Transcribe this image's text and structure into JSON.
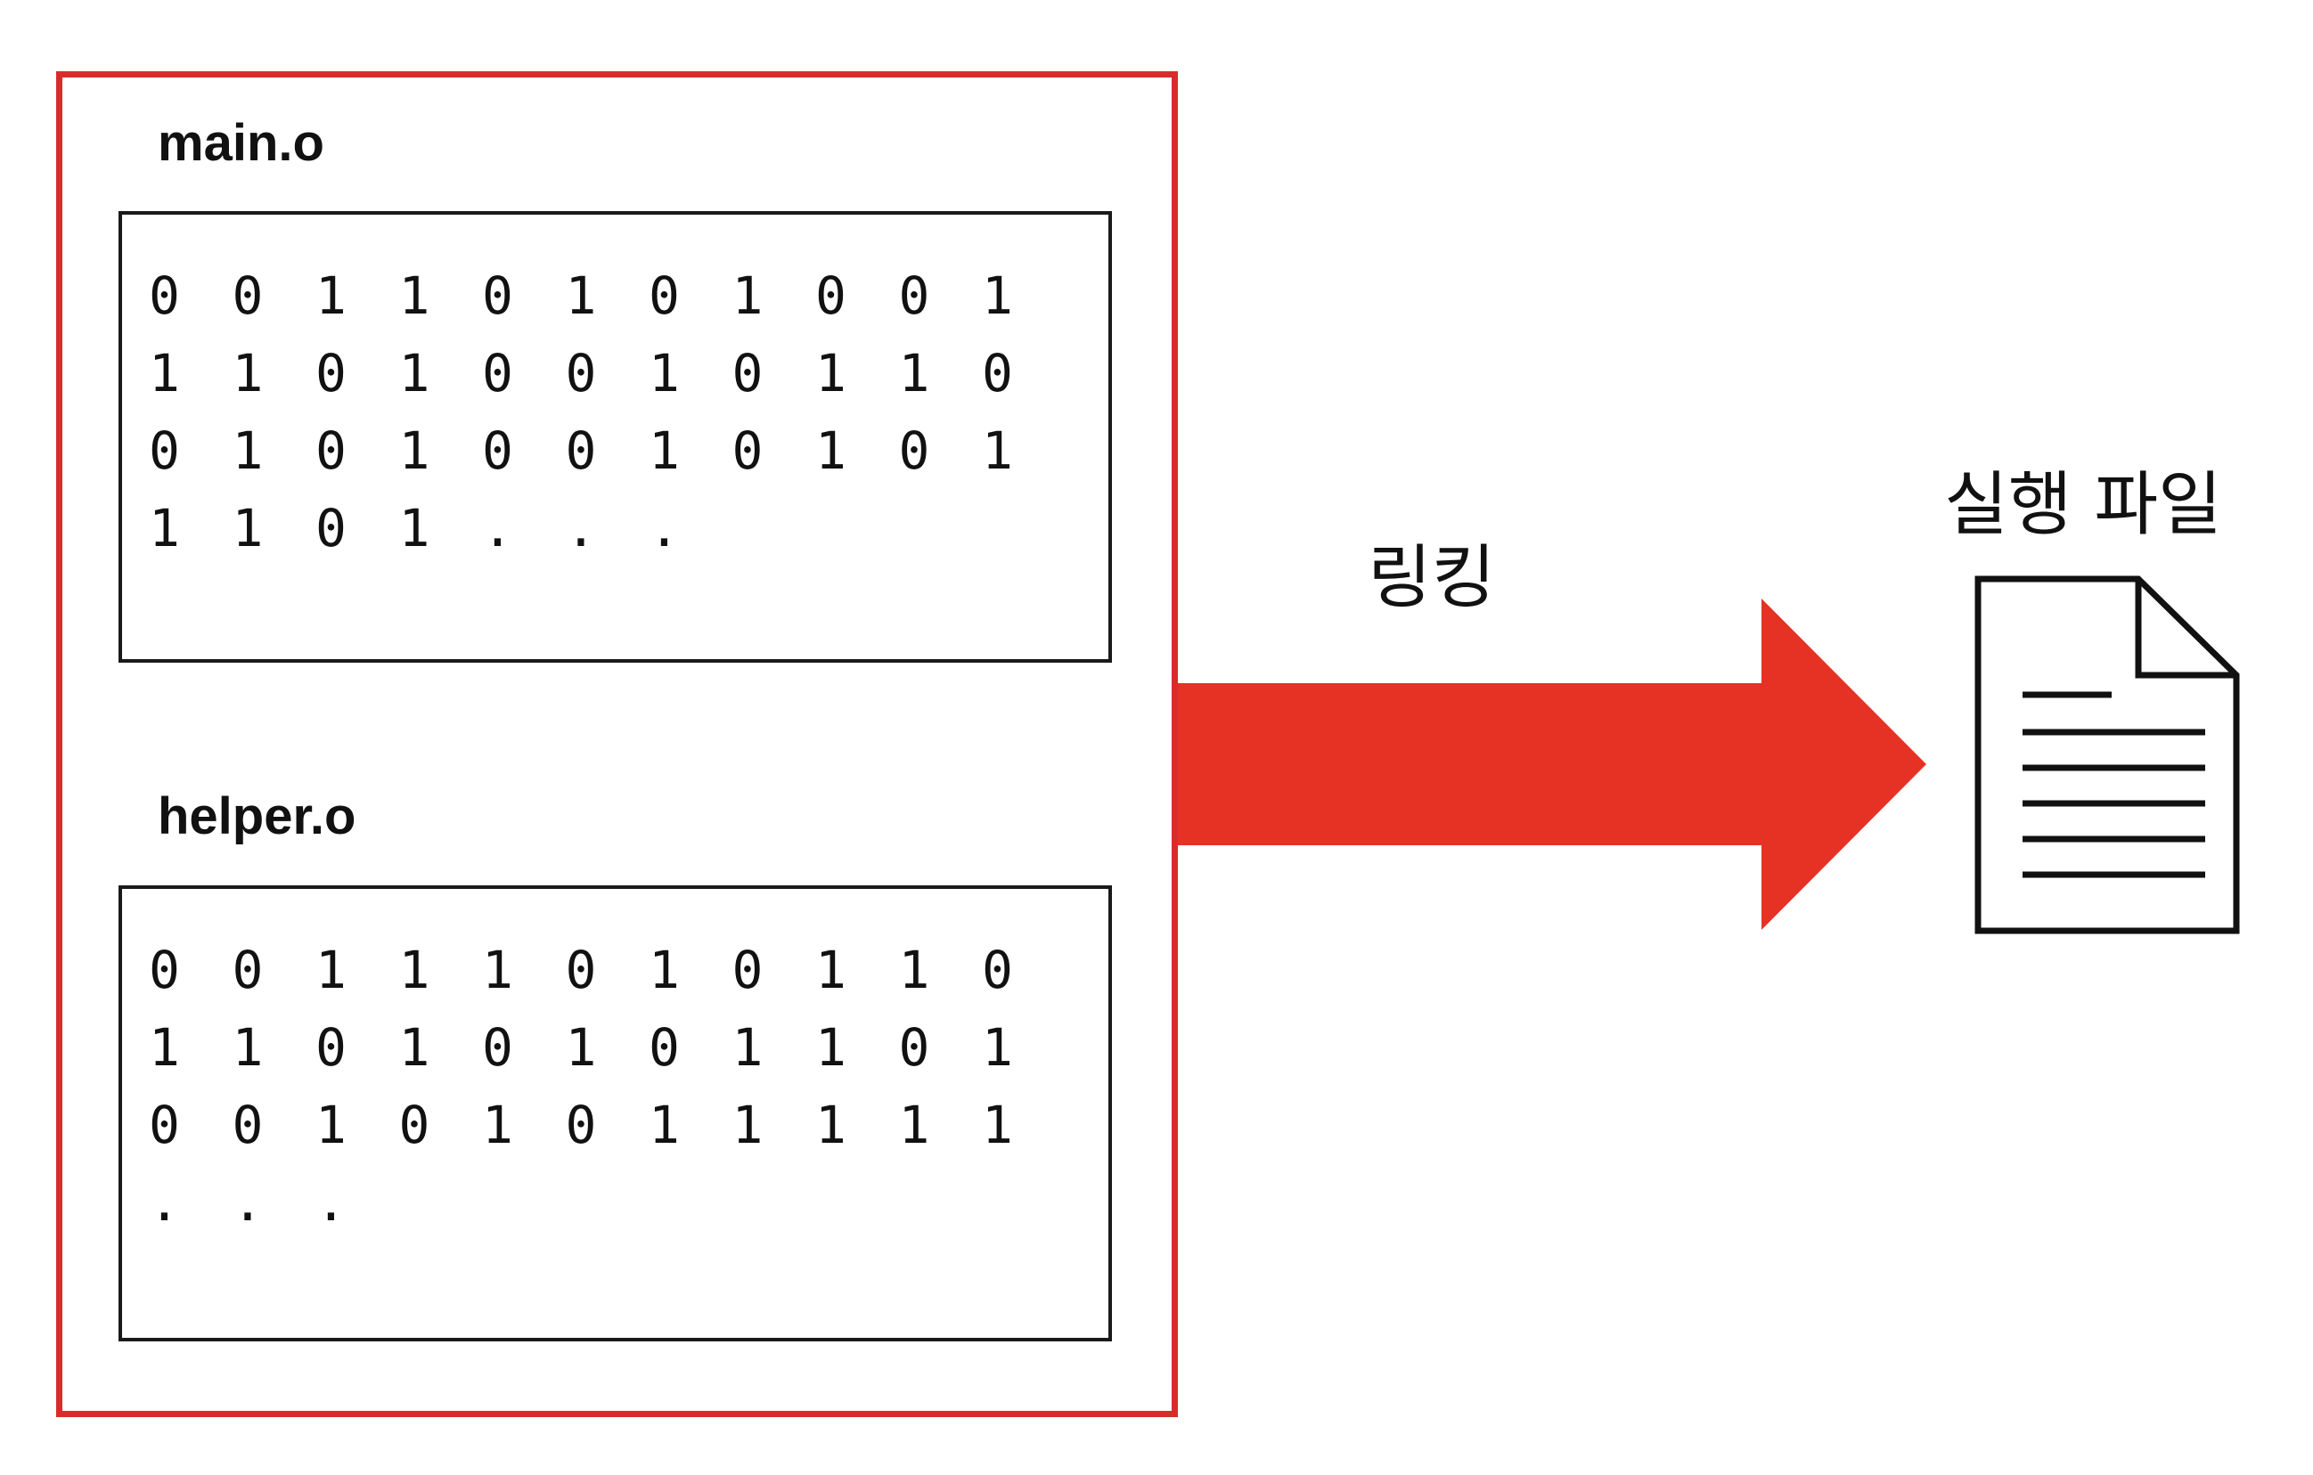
{
  "diagram": {
    "main_file": {
      "label": "main.o",
      "rows": [
        [
          "0",
          "0",
          "1",
          "1",
          "0",
          "1",
          "0",
          "1",
          "0",
          "0",
          "1"
        ],
        [
          "1",
          "1",
          "0",
          "1",
          "0",
          "0",
          "1",
          "0",
          "1",
          "1",
          "0"
        ],
        [
          "0",
          "1",
          "0",
          "1",
          "0",
          "0",
          "1",
          "0",
          "1",
          "0",
          "1"
        ],
        [
          "1",
          "1",
          "0",
          "1",
          ".",
          ".",
          "."
        ]
      ]
    },
    "helper_file": {
      "label": "helper.o",
      "rows": [
        [
          "0",
          "0",
          "1",
          "1",
          "1",
          "0",
          "1",
          "0",
          "1",
          "1",
          "0"
        ],
        [
          "1",
          "1",
          "0",
          "1",
          "0",
          "1",
          "0",
          "1",
          "1",
          "0",
          "1"
        ],
        [
          "0",
          "0",
          "1",
          "0",
          "1",
          "0",
          "1",
          "1",
          "1",
          "1",
          "1"
        ],
        [
          ".",
          ".",
          "."
        ]
      ]
    },
    "arrow": {
      "label": "링킹",
      "color": "#e63224"
    },
    "output": {
      "label": "실행 파일",
      "icon": "document-icon"
    },
    "group_border_color": "#d92b2b"
  }
}
